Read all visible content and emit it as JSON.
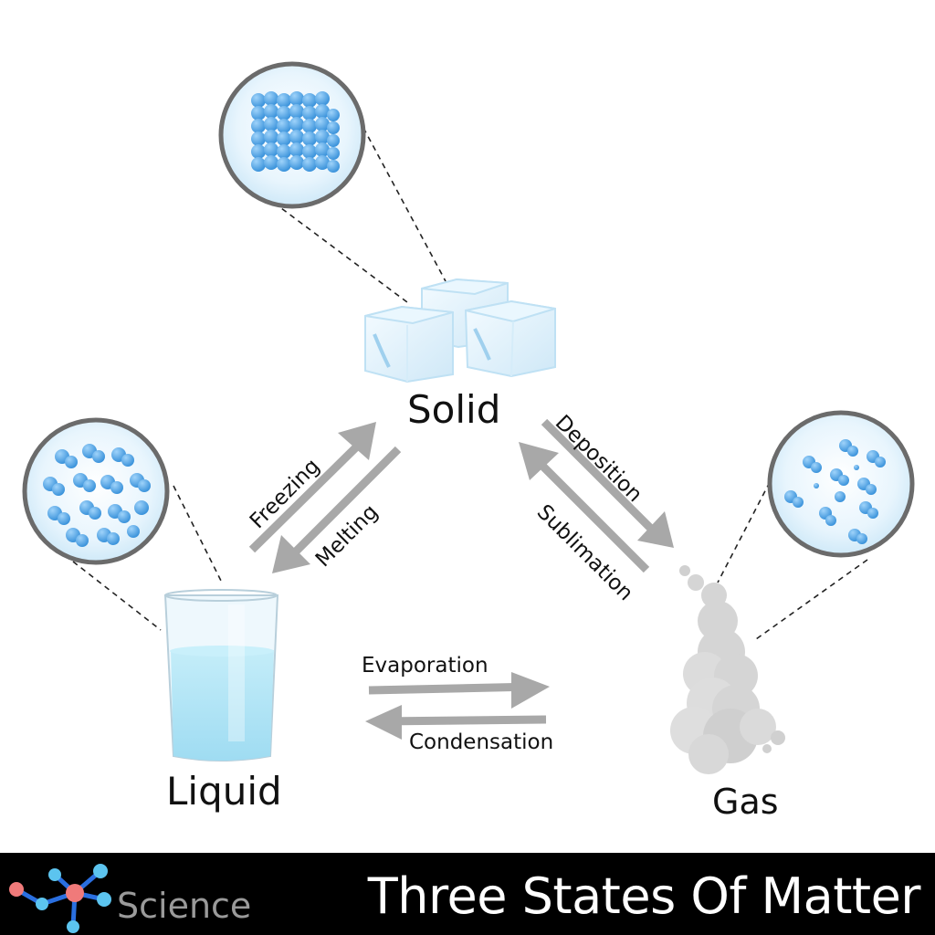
{
  "diagram": {
    "title": "Three States Of Matter",
    "brand": "Science",
    "states": {
      "solid": {
        "label": "Solid",
        "illustration": "ice-cubes",
        "molecule_view": "tightly-packed-lattice"
      },
      "liquid": {
        "label": "Liquid",
        "illustration": "glass-of-water",
        "molecule_view": "loosely-packed-clusters"
      },
      "gas": {
        "label": "Gas",
        "illustration": "smoke-cloud",
        "molecule_view": "sparse-scattered-molecules"
      }
    },
    "transitions": [
      {
        "label": "Freezing",
        "from": "Liquid",
        "to": "Solid"
      },
      {
        "label": "Melting",
        "from": "Solid",
        "to": "Liquid"
      },
      {
        "label": "Deposition",
        "from": "Gas",
        "to": "Solid"
      },
      {
        "label": "Sublimation",
        "from": "Solid",
        "to": "Gas"
      },
      {
        "label": "Evaporation",
        "from": "Liquid",
        "to": "Gas"
      },
      {
        "label": "Condensation",
        "from": "Gas",
        "to": "Liquid"
      }
    ],
    "colors": {
      "arrow": "#a8a8a8",
      "molecule": "#4aa3e8",
      "lens_fill": "#e6f4fc",
      "lens_border": "#6b6b6b",
      "water": "#aee4f5",
      "smoke": "#d3d3d3",
      "footer_bg": "#000000",
      "footer_title": "#ffffff",
      "footer_brand": "#9a9a9a",
      "logo_node_blue": "#5cc4ef",
      "logo_node_red": "#f07a7a",
      "logo_bond": "#2a6fe0"
    }
  }
}
